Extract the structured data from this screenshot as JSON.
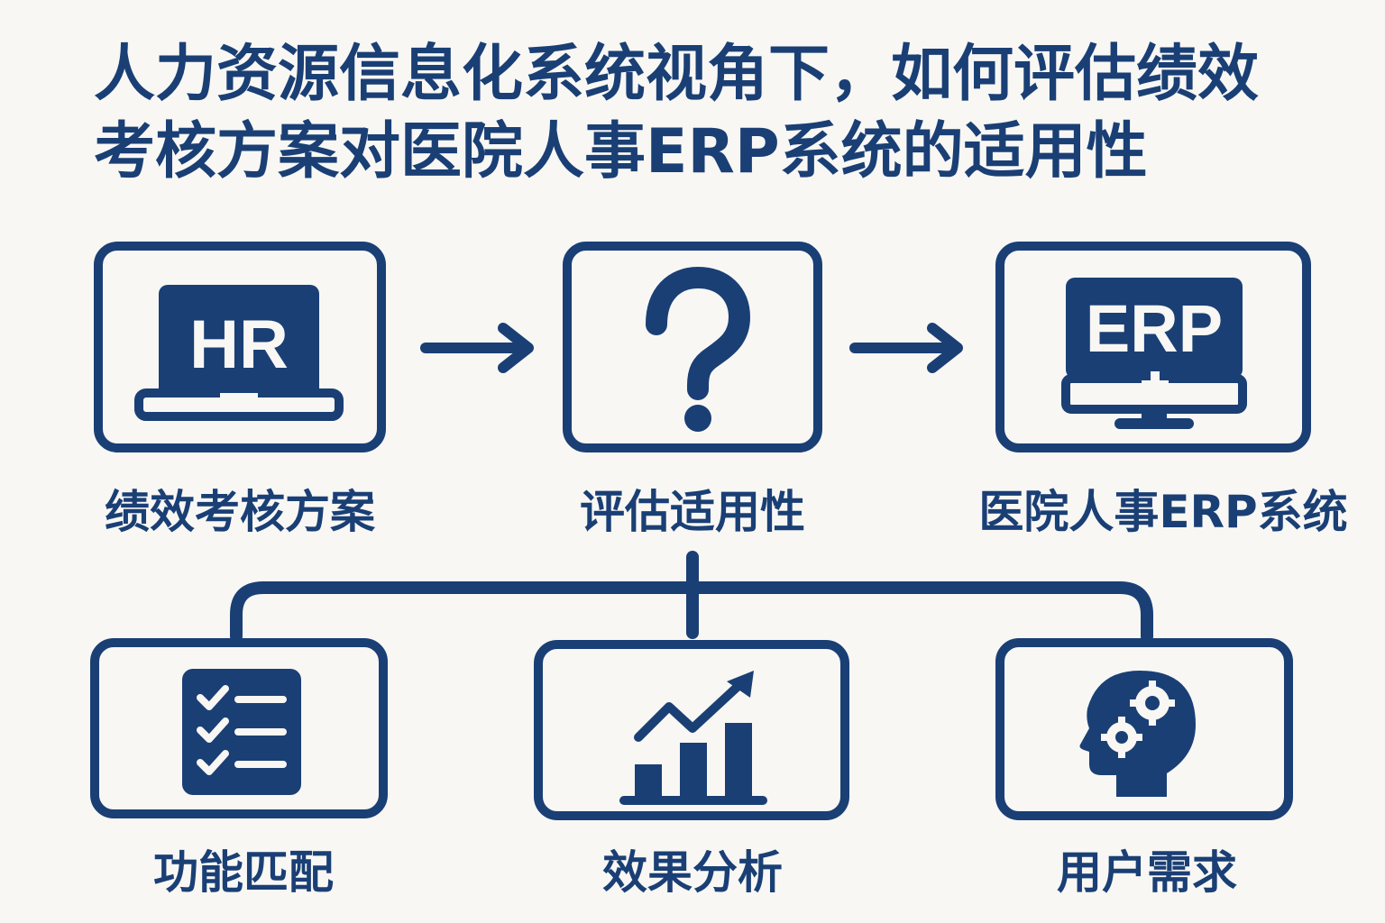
{
  "title": {
    "line1": "人力资源信息化系统视角下，如何评估绩效",
    "line2": "考核方案对医院人事ERP系统的适用性"
  },
  "flow": [
    {
      "label": "绩效考核方案",
      "icon": "hr-laptop-icon",
      "icon_text": "HR"
    },
    {
      "label": "评估适用性",
      "icon": "question-mark-icon",
      "icon_text": "?"
    },
    {
      "label": "医院人事ERP系统",
      "icon": "erp-monitor-icon",
      "icon_text": "ERP"
    }
  ],
  "factors": [
    {
      "label": "功能匹配",
      "icon": "checklist-icon"
    },
    {
      "label": "效果分析",
      "icon": "bar-chart-trend-icon"
    },
    {
      "label": "用户需求",
      "icon": "head-gears-icon"
    }
  ],
  "colors": {
    "primary": "#1a3f75",
    "background": "#f8f7f4"
  }
}
